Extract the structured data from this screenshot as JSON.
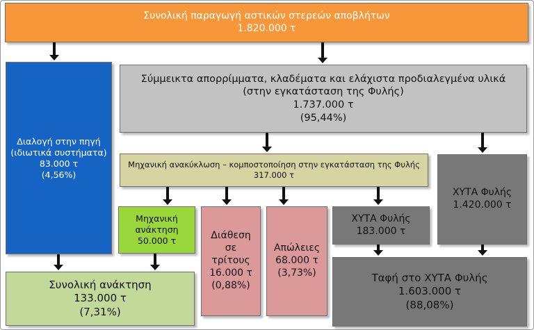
{
  "colors": {
    "total": "#f8963a",
    "source_separation": "#1564c4",
    "mixed": "#c2c2c2",
    "mechanical": "#d7d4a3",
    "recovery": "#9ad73a",
    "third_party": "#db9a99",
    "losses": "#db9a99",
    "landfill": "#787878",
    "total_recovery": "#c3d99a",
    "arrow": "#111111"
  },
  "total": {
    "line1": "Συνολική παραγωγή αστικών στερεών αποβλήτων",
    "line2": "1.820.000 τ"
  },
  "source_separation": {
    "line1": "Διαλογή στην πηγή",
    "line2": "(ιδιωτικά συστήματα)",
    "value": "83.000 τ",
    "percent": "(4,56%)"
  },
  "mixed": {
    "line1": "Σύμμεικτα απορρίμματα, κλαδέματα και ελάχιστα προδιαλεγμένα υλικά",
    "line2": "(στην εγκατάσταση της Φυλής)",
    "value": "1.737.000 τ",
    "percent": "(95,44%)"
  },
  "mechanical": {
    "line1": "Μηχανική ανακύκλωση – κομποστοποίηση στην εγκατάσταση της Φυλής",
    "value": "317.000 τ"
  },
  "mech_recovery": {
    "line1": "Μηχανική",
    "line2": "ανάκτηση",
    "value": "50.000 τ"
  },
  "third_party": {
    "line1": "Διάθεση",
    "line2": "σε",
    "line3": "τρίτους",
    "value": "16.000 τ",
    "percent": "(0,88%)"
  },
  "losses": {
    "line1": "Απώλειες",
    "value": "68.000 τ",
    "percent": "(3,73%)"
  },
  "landfill_mech": {
    "line1": "ΧΥΤΑ Φυλής",
    "value": "183.000 τ"
  },
  "landfill_direct": {
    "line1": "ΧΥΤΑ Φυλής",
    "value": "1.420.000 τ"
  },
  "total_recovery": {
    "line1": "Συνολική ανάκτηση",
    "value": "133.000 τ",
    "percent": "(7,31%)"
  },
  "burial": {
    "line1": "Ταφή στο ΧΥΤΑ Φυλής",
    "value": "1.603.000 τ",
    "percent": "(88,08%)"
  }
}
